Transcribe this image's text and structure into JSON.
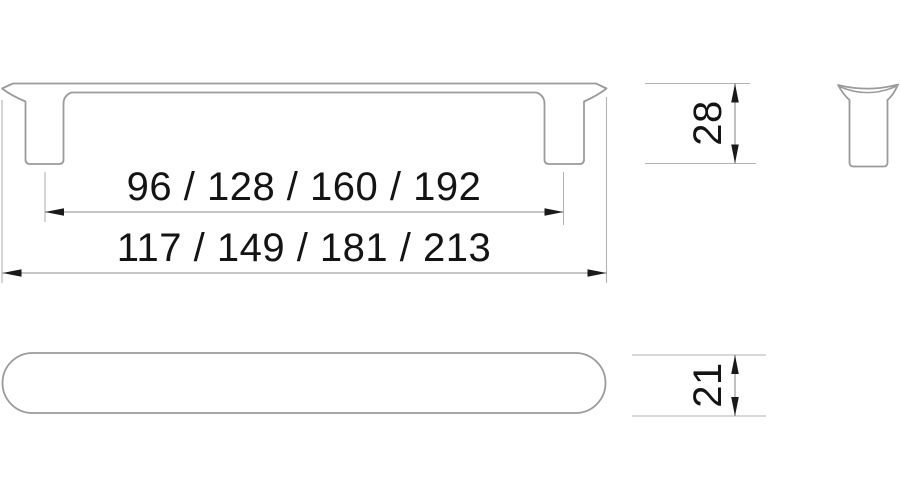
{
  "drawing": {
    "labels": {
      "hole_spacing": "96 / 128 / 160 / 192",
      "overall_length": "117 / 149 / 181 / 213",
      "height": "28",
      "depth": "21"
    },
    "colors": {
      "background": "#ffffff",
      "part_outline": "#9b9b9b",
      "extension_line": "#b3b3b3",
      "dimension_line": "#8b8b8b",
      "arrow_and_text": "#1a1a1a"
    }
  }
}
